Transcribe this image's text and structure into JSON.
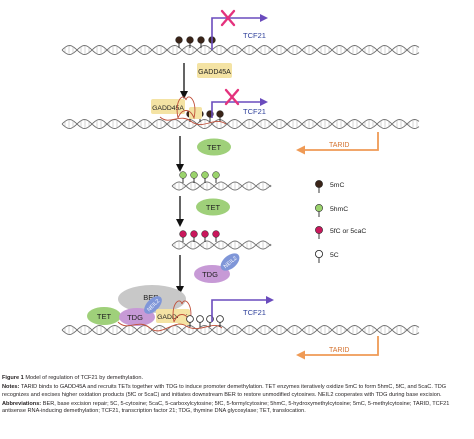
{
  "figure": {
    "labels": {
      "tcf21": "TCF21",
      "gadd45a": "GADD45A",
      "tarid": "TARID",
      "tet": "TET",
      "tdg": "TDG",
      "neil2": "NEIL2",
      "ber": "BER"
    },
    "legend": [
      {
        "label": "5mC",
        "color": "#3a2418"
      },
      {
        "label": "5hmC",
        "color": "#9bd36d"
      },
      {
        "label": "5fC or 5caC",
        "color": "#c9185c"
      },
      {
        "label": "5C",
        "color": "#ffffff"
      }
    ],
    "colors": {
      "gadd45a_box": "#f4e3a4",
      "tet_oval": "#9fd07a",
      "tdg_oval": "#c79ad6",
      "neil2_oval": "#7f96d8",
      "ber_oval": "#c8c8c8",
      "tarid_arrow": "#ef9a55",
      "tcf21_arrow": "#6a4bbd",
      "block_x": "#e4327d"
    }
  },
  "caption": {
    "figure_label": "Figure 1",
    "title": "Model of regulation of TCF21 by demethylation.",
    "notes_label": "Notes:",
    "notes": "TARID binds to GADD45A and recruits TETs together with TDG to induce promoter demethylation. TET enzymes iteratively oxidize 5mC to form 5hmC, 5fC, and 5caC. TDG recognizes and excises higher oxidation products (5fC or 5caC) and initiates downstream BER to restore unmodified cytosines. NEIL2 cooperates with TDG during base excision.",
    "abbrev_label": "Abbreviations:",
    "abbrev": "BER, base excision repair; 5C, 5-cytosine; 5caC, 5-carboxylcytosine; 5fC, 5-formylcytosine; 5hmC, 5-hydroxymethylcytosine; 5mC, 5-methylcytosine; TARID, TCF21 antisense RNA-inducing demethylation; TCF21, transcription factor 21; TDG, thymine DNA glycosylase; TET, translocation."
  }
}
